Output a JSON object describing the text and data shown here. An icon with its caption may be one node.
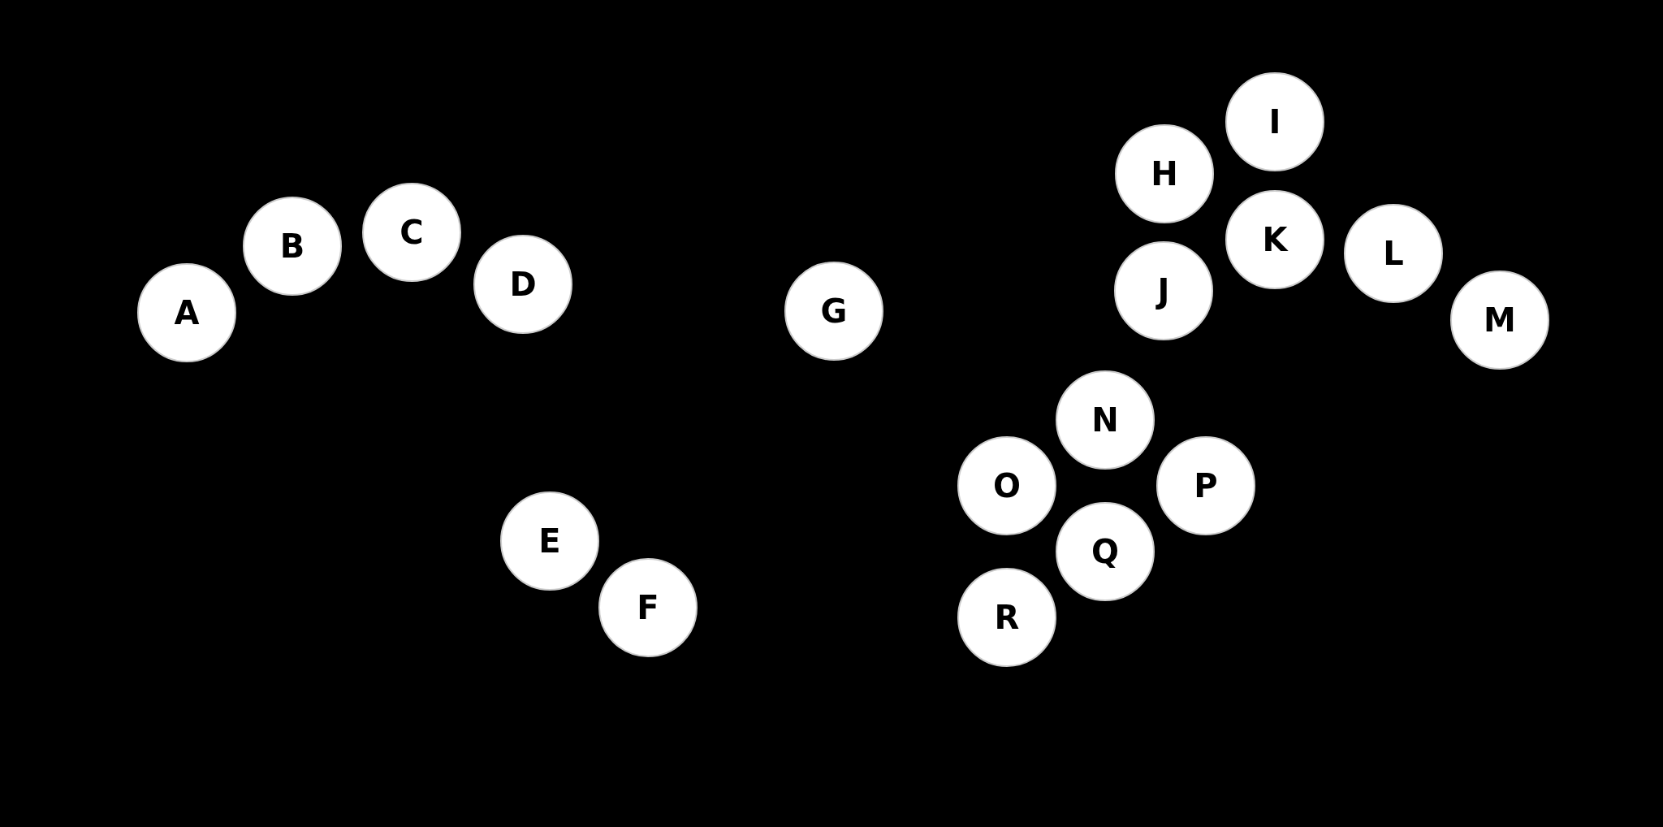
{
  "diagram": {
    "nodes": [
      {
        "text": [
          "A"
        ]
      },
      {
        "text": [
          "B"
        ]
      },
      {
        "text": [
          "C"
        ]
      },
      {
        "text": [
          "D"
        ]
      },
      {
        "text": [
          "E"
        ]
      },
      {
        "text": [
          "F"
        ]
      },
      {
        "text": [
          "G"
        ]
      },
      {
        "text": [
          "H"
        ]
      },
      {
        "text": [
          "I"
        ]
      },
      {
        "text": [
          "J"
        ]
      },
      {
        "text": [
          "K"
        ]
      },
      {
        "text": [
          "L"
        ]
      },
      {
        "text": [
          "M"
        ]
      },
      {
        "text": [
          "N"
        ]
      },
      {
        "text": [
          "O"
        ]
      },
      {
        "text": [
          "P"
        ]
      },
      {
        "text": [
          "Q"
        ]
      },
      {
        "text": [
          "R"
        ]
      }
    ]
  }
}
